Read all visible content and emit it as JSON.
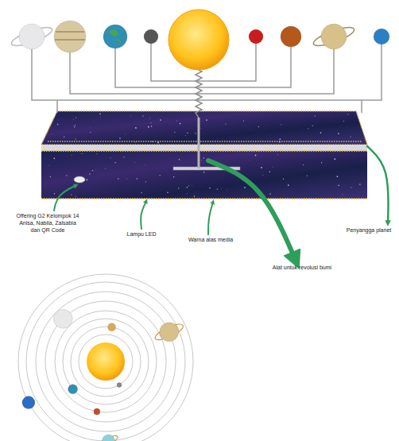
{
  "diagram": {
    "labels": [
      "Offering G2 Kelompok 14 Anisa, Nabila, Zalsabia dan QR Code",
      "Lampu LED",
      "Warna alas media",
      "Penyangga planet",
      "Alat untuk revolusi bumi"
    ]
  }
}
